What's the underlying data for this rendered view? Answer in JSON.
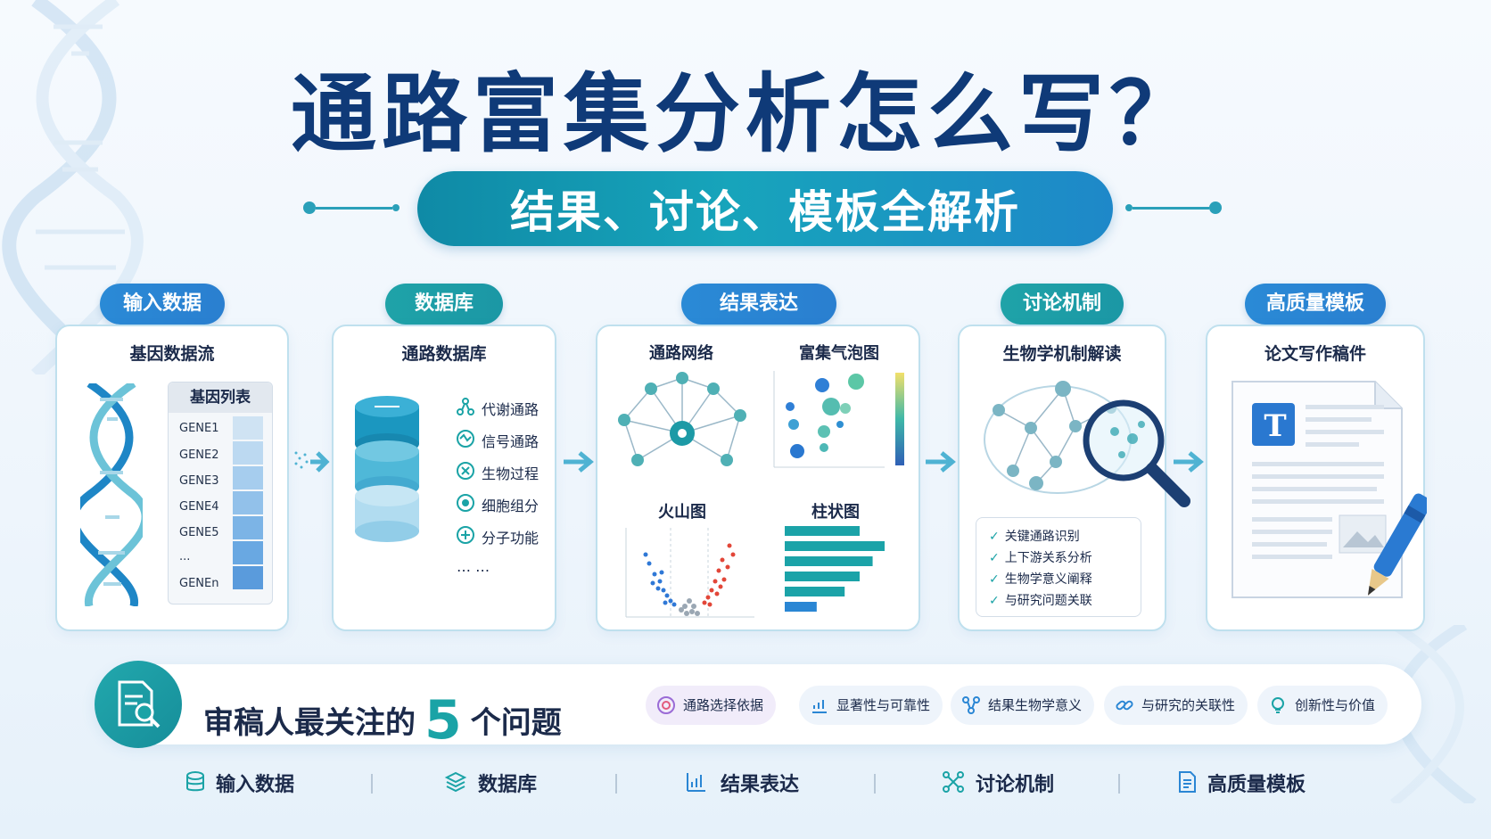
{
  "title": "通路富集分析怎么写？",
  "subtitle": "结果、讨论、模板全解析",
  "panels": [
    {
      "tag": "输入数据",
      "heading": "基因数据流",
      "gene_list_title": "基因列表",
      "genes": [
        "GENE1",
        "GENE2",
        "GENE3",
        "GENE4",
        "GENE5",
        "...",
        "GENEn"
      ]
    },
    {
      "tag": "数据库",
      "heading": "通路数据库",
      "items": [
        "代谢通路",
        "信号通路",
        "生物过程",
        "细胞组分",
        "分子功能",
        "… …"
      ]
    },
    {
      "tag": "结果表达",
      "network_label": "通路网络",
      "bubble_label": "富集气泡图",
      "volcano_label": "火山图",
      "bar_label": "柱状图",
      "bar_values": [
        0.75,
        1.0,
        0.88,
        0.75,
        0.6,
        0.32
      ]
    },
    {
      "tag": "讨论机制",
      "heading": "生物学机制解读",
      "checks": [
        "关键通路识别",
        "上下游关系分析",
        "生物学意义阐释",
        "与研究问题关联"
      ]
    },
    {
      "tag": "高质量模板",
      "heading": "论文写作稿件",
      "doc_letter": "T"
    }
  ],
  "banner": {
    "title_pre": "审稿人最关注的",
    "number": "5",
    "title_post": "个问题",
    "chips": [
      "通路选择依据",
      "显著性与可靠性",
      "结果生物学意义",
      "与研究的关联性",
      "创新性与价值"
    ]
  },
  "nav": [
    "输入数据",
    "数据库",
    "结果表达",
    "讨论机制",
    "高质量模板"
  ],
  "colors": {
    "navy": "#0f3a78",
    "teal": "#1aa3a6",
    "blue": "#2a86d4"
  }
}
